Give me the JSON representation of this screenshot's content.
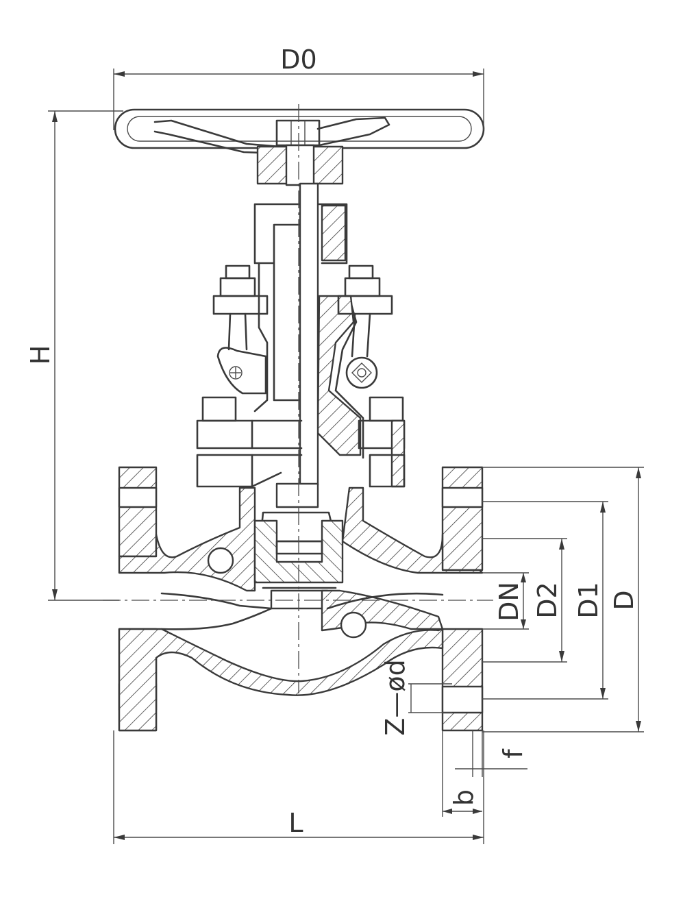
{
  "colors": {
    "line": "#3a3a3a",
    "background": "#ffffff"
  },
  "labels": {
    "d0": "D0",
    "h": "H",
    "dn": "DN",
    "d2": "D2",
    "d1": "D1",
    "d": "D",
    "zd": "Z—ød",
    "f": "f",
    "b": "b",
    "l": "L"
  }
}
